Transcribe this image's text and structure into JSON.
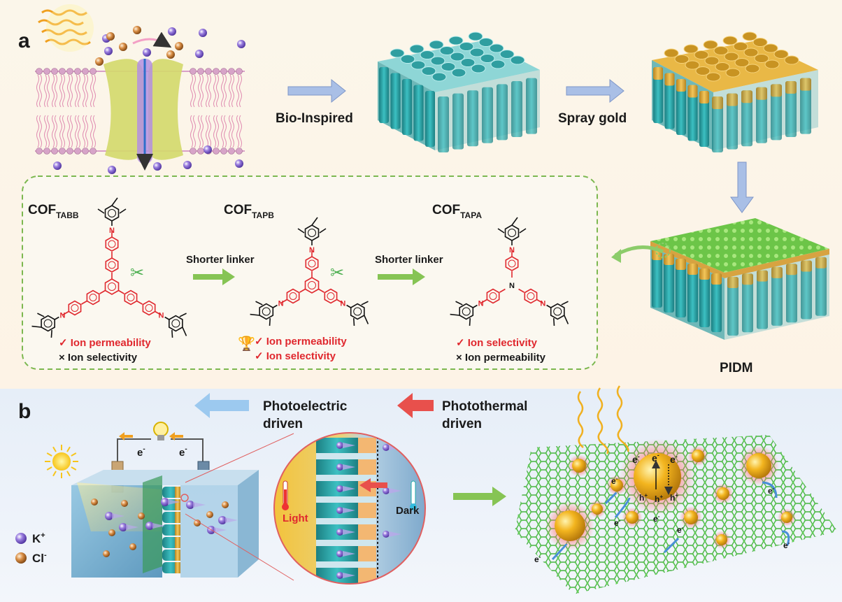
{
  "panel_a": {
    "letter": "a",
    "bio_inspired": "Bio-Inspired",
    "spray_gold": "Spray gold",
    "pidm": "PIDM",
    "shorter_linker_1": "Shorter linker",
    "shorter_linker_2": "Shorter linker",
    "cof_tabb": {
      "base": "COF",
      "sub": "TABB",
      "check": "✓ Ion permeability",
      "cross": "× Ion selectivity"
    },
    "cof_tapb": {
      "base": "COF",
      "sub": "TAPB",
      "check1": "✓ Ion permeability",
      "check2": "✓ Ion selectivity"
    },
    "cof_tapa": {
      "base": "COF",
      "sub": "TAPA",
      "check": "✓ Ion selectivity",
      "cross": "× Ion permeability"
    }
  },
  "panel_b": {
    "letter": "b",
    "photoelectric": [
      "Photoelectric",
      "driven"
    ],
    "photothermal": [
      "Photothermal",
      "driven"
    ],
    "electron": "e",
    "light": "Light",
    "dark": "Dark",
    "hole": "h",
    "legend_k": "K",
    "legend_cl": "Cl"
  },
  "colors": {
    "teal": "#2aa6a8",
    "gold": "#e8a93a",
    "green": "#7ed957",
    "red_text": "#e0282e",
    "arrow_blue": "#8fa8d8",
    "arrow_green": "#86c454"
  }
}
